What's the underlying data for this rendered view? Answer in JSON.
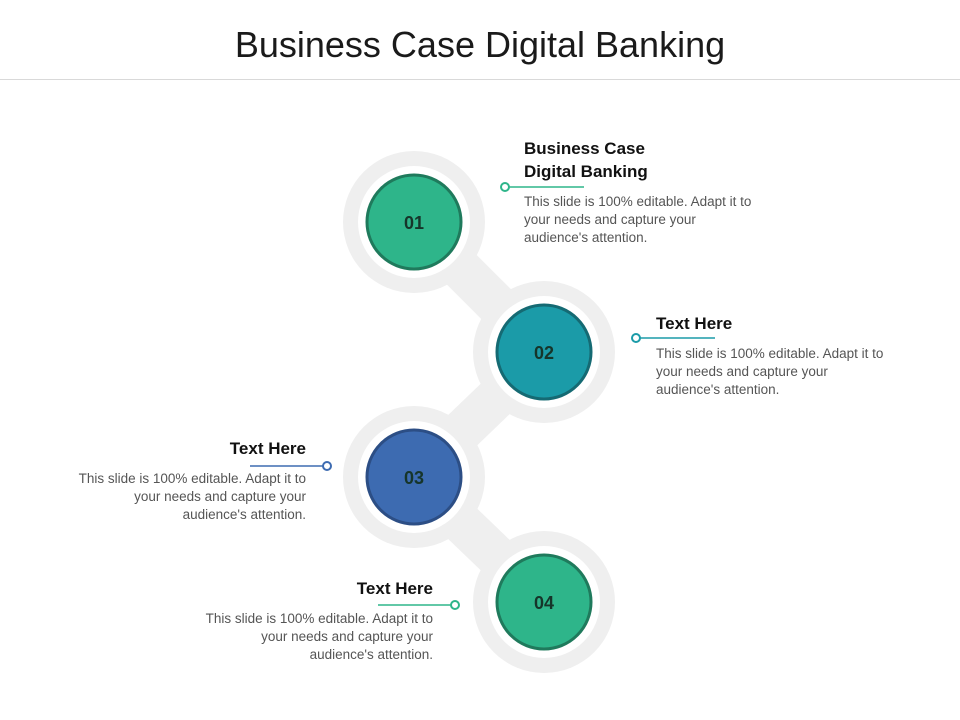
{
  "title": "Business Case Digital Banking",
  "colors": {
    "step_01": "#2eb58a",
    "step_02": "#1b9ba8",
    "step_03": "#3d6bb1",
    "step_04": "#2eb58a",
    "track": "#efefef"
  },
  "steps": [
    {
      "number": "01",
      "heading_line1": "Business Case",
      "heading_line2": "Digital Banking",
      "body": "This slide is 100% editable. Adapt it to your needs and capture your audience's attention."
    },
    {
      "number": "02",
      "heading_line1": "Text Here",
      "body": "This slide is 100% editable. Adapt it to your needs and capture your audience's attention."
    },
    {
      "number": "03",
      "heading_line1": "Text Here",
      "body": "This slide is 100% editable. Adapt it to your needs and capture your audience's attention."
    },
    {
      "number": "04",
      "heading_line1": "Text Here",
      "body": "This slide is 100% editable. Adapt it to your needs and capture your audience's attention."
    }
  ]
}
